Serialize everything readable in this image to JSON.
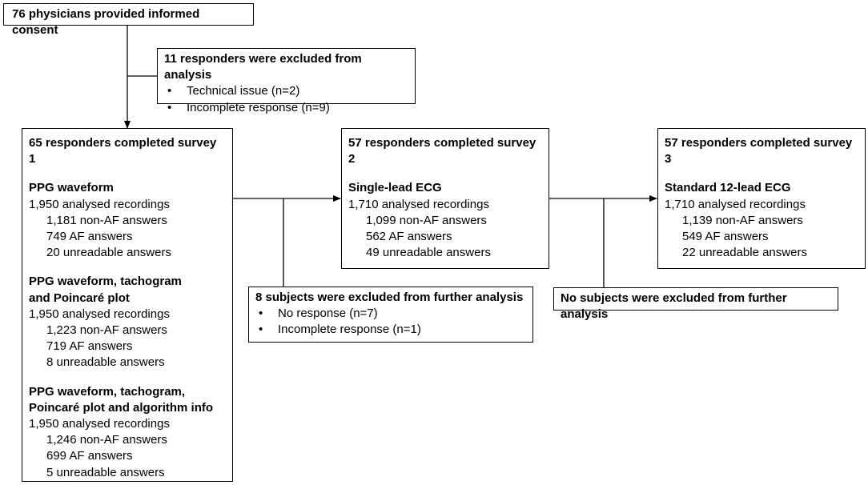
{
  "consent": {
    "title": "76 physicians provided informed consent"
  },
  "excluded1": {
    "title": "11 responders were excluded from analysis",
    "bullets": [
      "Technical issue (n=2)",
      "Incomplete response (n=9)"
    ]
  },
  "survey1": {
    "title": "65 responders completed survey 1",
    "sections": [
      {
        "head": [
          "PPG waveform"
        ],
        "total": "1,950 analysed recordings",
        "non_af": "1,181 non-AF answers",
        "af": "749 AF answers",
        "unreadable": "20 unreadable answers"
      },
      {
        "head": [
          "PPG waveform, tachogram",
          "and Poincaré plot"
        ],
        "total": "1,950 analysed recordings",
        "non_af": "1,223 non-AF answers",
        "af": "719 AF answers",
        "unreadable": "8 unreadable answers"
      },
      {
        "head": [
          "PPG waveform, tachogram,",
          "Poincaré plot and algorithm info"
        ],
        "total": "1,950 analysed recordings",
        "non_af": "1,246 non-AF answers",
        "af": "699 AF answers",
        "unreadable": "5 unreadable answers"
      }
    ]
  },
  "survey2": {
    "title": "57 responders completed survey 2",
    "head": "Single-lead ECG",
    "total": "1,710 analysed recordings",
    "non_af": "1,099 non-AF answers",
    "af": "562 AF answers",
    "unreadable": "49 unreadable answers"
  },
  "survey3": {
    "title": "57 responders completed survey 3",
    "head": "Standard 12-lead ECG",
    "total": "1,710 analysed recordings",
    "non_af": "1,139 non-AF answers",
    "af": "549 AF answers",
    "unreadable": "22 unreadable answers"
  },
  "excluded2": {
    "title": "8 subjects were excluded from further analysis",
    "bullets": [
      "No response (n=7)",
      "Incomplete response (n=1)"
    ]
  },
  "excluded3": {
    "title": "No subjects were excluded from further analysis"
  },
  "bullet_glyph": "•"
}
